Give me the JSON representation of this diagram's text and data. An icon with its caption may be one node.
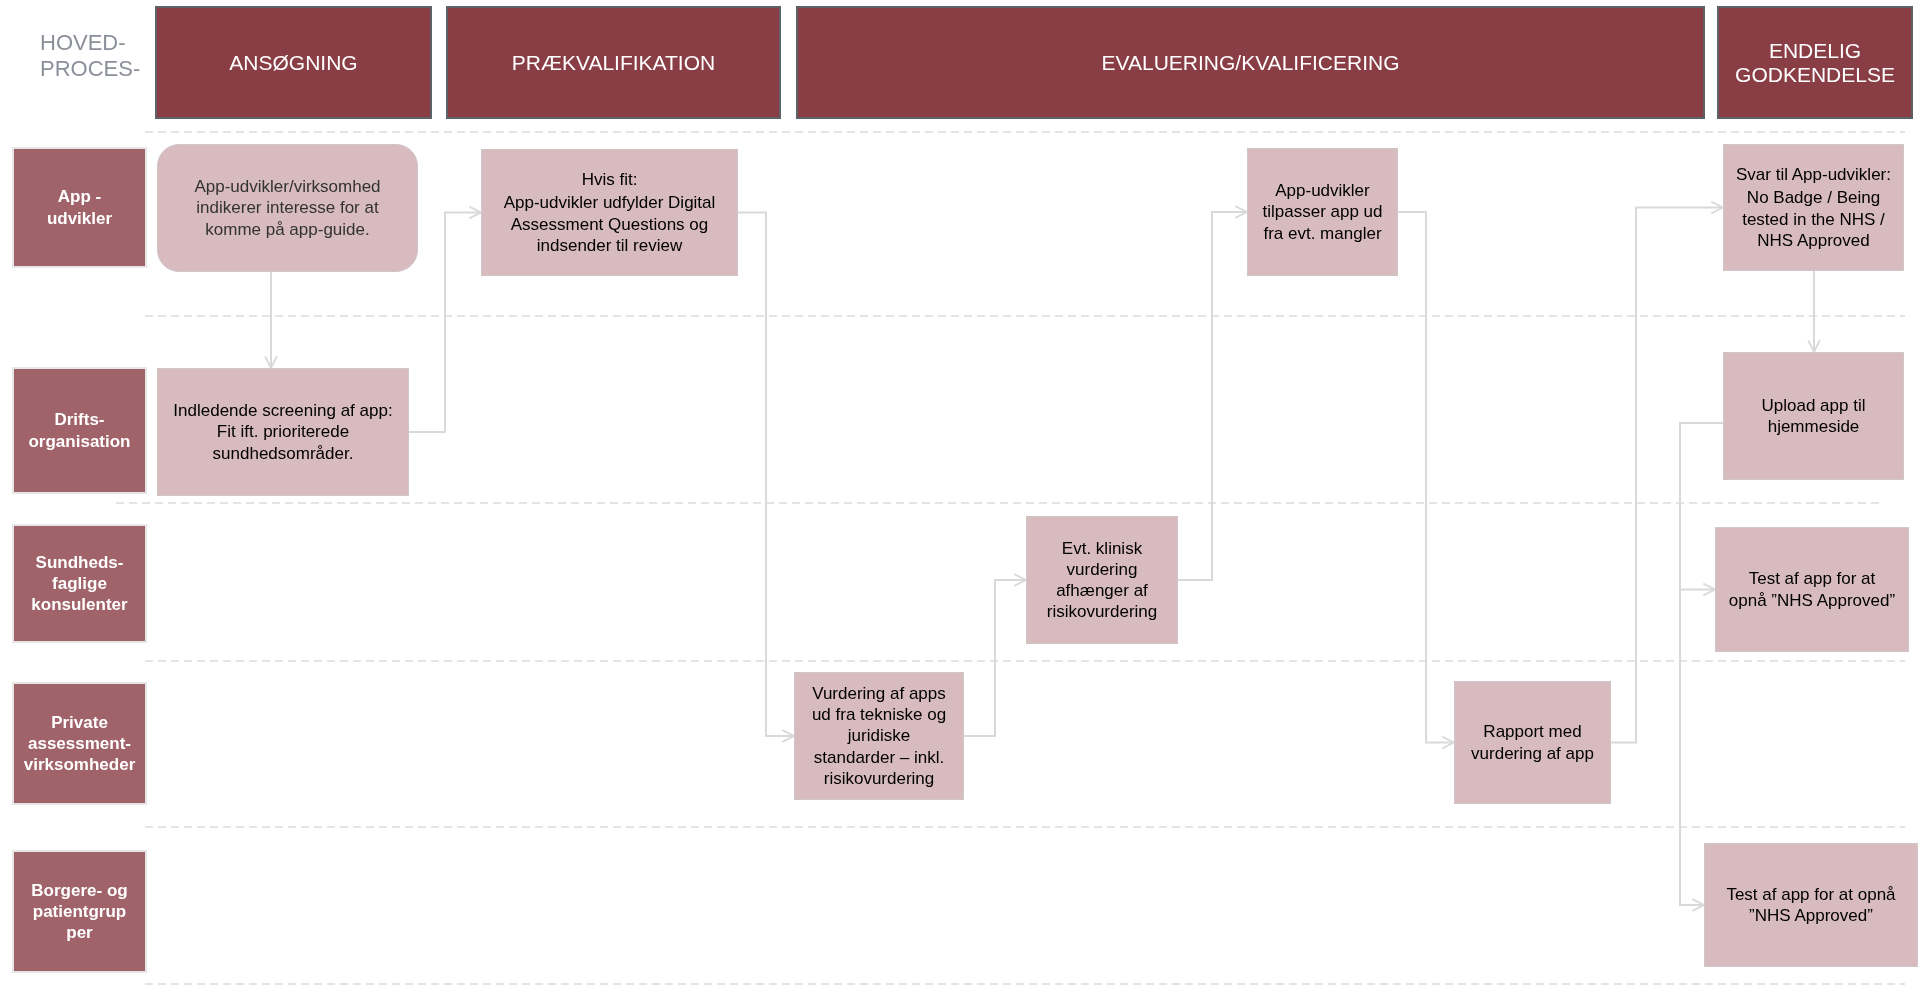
{
  "diagram": {
    "nodes": [
      {
        "text": [
          "ANSØGNING"
        ]
      },
      {
        "text": [
          "PRÆKVALIFIKATION"
        ]
      },
      {
        "text": [
          "EVALUERING/KVALIFICERING"
        ]
      },
      {
        "text": [
          "ENDELIG GODKENDELSE"
        ]
      },
      {
        "text": [
          "App - udvikler"
        ]
      },
      {
        "text": [
          "App-udvikler/virksomhed indikerer interesse for at komme på app-guide."
        ]
      },
      {
        "text": [
          "Hvis fit:",
          "App-udvikler udfylder Digital Assessment Questions og indsender til review"
        ]
      },
      {
        "text": [
          "App-udvikler tilpasser app ud fra evt. mangler"
        ]
      },
      {
        "text": [
          "Svar til App-udvikler:",
          "No Badge / Being tested in the NHS / NHS Approved"
        ]
      },
      {
        "text": [
          "Drifts-organisation"
        ]
      },
      {
        "text": [
          "Indledende screening af app: Fit ift. prioriterede sundhedsområder."
        ]
      },
      {
        "text": [
          "Upload app til hjemmeside"
        ]
      },
      {
        "text": [
          "Sundheds-faglige konsulenter"
        ]
      },
      {
        "text": [
          "Evt. klinisk vurdering afhænger af risikovurdering"
        ]
      },
      {
        "text": [
          "Test af app for at opnå ”NHS Approved”"
        ]
      },
      {
        "text": [
          "Private assessment-virksomheder"
        ]
      },
      {
        "text": [
          "Vurdering af apps ud fra tekniske og juridiske standarder – inkl. risikovurdering"
        ]
      },
      {
        "text": [
          "Rapport med vurdering af app"
        ]
      },
      {
        "text": [
          "Borgere- og patientgrup per"
        ]
      },
      {
        "text": [
          "Test af app for at opnå ”NHS Approved”"
        ]
      }
    ],
    "edges": [
      {
        "from": 5,
        "to": 10,
        "arrow": "to"
      },
      {
        "from": 10,
        "to": 6,
        "arrow": "to"
      },
      {
        "from": 6,
        "to": 16,
        "arrow": "to"
      },
      {
        "from": 16,
        "to": 13,
        "arrow": "to"
      },
      {
        "from": 13,
        "to": 7,
        "arrow": "to"
      },
      {
        "from": 7,
        "to": 17,
        "arrow": "to"
      },
      {
        "from": 17,
        "to": 8,
        "arrow": "to"
      },
      {
        "from": 8,
        "to": 11,
        "arrow": "to"
      },
      {
        "from": 11,
        "to": 14,
        "arrow": "to"
      },
      {
        "from": 11,
        "to": 19,
        "arrow": "to"
      }
    ],
    "labels": [
      "HOVED-PROCES-"
    ]
  }
}
